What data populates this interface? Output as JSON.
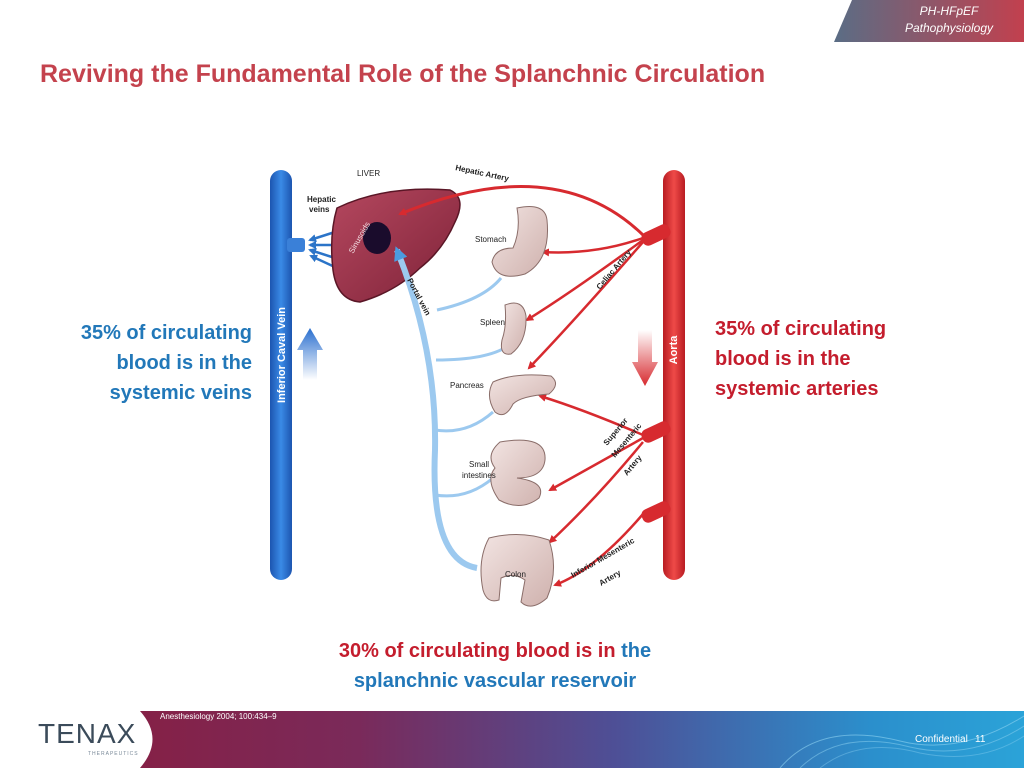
{
  "tag": {
    "line1": "PH-HFpEF",
    "line2": "Pathophysiology"
  },
  "title": "Reviving the Fundamental Role of the Splanchnic Circulation",
  "diagram": {
    "liver": "LIVER",
    "sinusoids": "Sinusoids",
    "hepatic_veins_1": "Hepatic",
    "hepatic_veins_2": "veins",
    "hepatic_artery": "Hepatic Artery",
    "portal_vein": "Portal vein",
    "stomach": "Stomach",
    "spleen": "Spleen",
    "pancreas": "Pancreas",
    "small_intestines_1": "Small",
    "small_intestines_2": "intestines",
    "colon": "Colon",
    "celiac_artery": "Celiac Artery",
    "superior_mesenteric_1": "Superior",
    "superior_mesenteric_2": "Mesenteric",
    "superior_mesenteric_3": "Artery",
    "inferior_mesenteric_1": "Inferior Mesenteric",
    "inferior_mesenteric_2": "Artery",
    "ivc": "Inferior Caval Vein",
    "aorta": "Aorta"
  },
  "stats": {
    "left_lines": [
      "35% of circulating",
      "blood is in the",
      "systemic veins"
    ],
    "right_lines": [
      "35% of circulating",
      "blood is in the",
      "systemic arteries"
    ],
    "bottom_red": "30% of circulating blood is in",
    "bottom_blue_1": "the",
    "bottom_blue_2": "splanchnic vascular reservoir"
  },
  "footer": {
    "citation": "Anesthesiology 2004; 100:434–9",
    "logo": "TENAX",
    "logo_sub": "THERAPEUTICS",
    "confidential": "Confidential",
    "page": "11"
  },
  "colors": {
    "title": "#c4424d",
    "artery_red": "#d72a2f",
    "vein_blue": "#2b74c8",
    "stat_blue": "#2278b9",
    "stat_red": "#c41d2d"
  }
}
